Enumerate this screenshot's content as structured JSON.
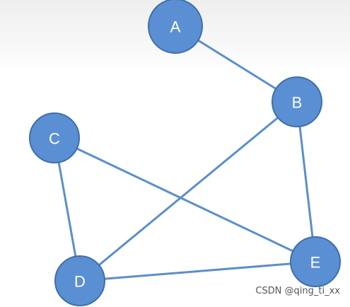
{
  "diagram": {
    "nodes": [
      {
        "id": "A",
        "label": "A"
      },
      {
        "id": "B",
        "label": "B"
      },
      {
        "id": "C",
        "label": "C"
      },
      {
        "id": "D",
        "label": "D"
      },
      {
        "id": "E",
        "label": "E"
      }
    ],
    "edges": [
      {
        "from": "A",
        "to": "B"
      },
      {
        "from": "B",
        "to": "E"
      },
      {
        "from": "B",
        "to": "D"
      },
      {
        "from": "C",
        "to": "D"
      },
      {
        "from": "C",
        "to": "E"
      },
      {
        "from": "D",
        "to": "E"
      }
    ],
    "colors": {
      "node_fill": "#5b8fd3",
      "node_border": "#3f6fa8",
      "edge": "#5b8fca",
      "label": "#ffffff"
    }
  },
  "watermark": "CSDN @qing_ti_xx"
}
